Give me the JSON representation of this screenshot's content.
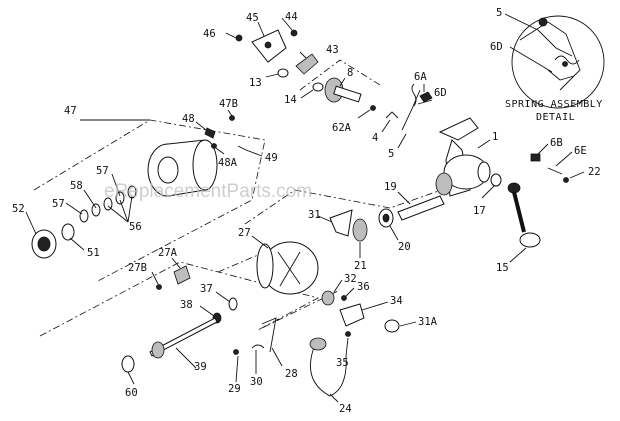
{
  "watermark": "eReplacementParts.com",
  "detail": {
    "title_line1": "SPRING ASSEMBLY",
    "title_line2": "DETAIL"
  },
  "labels": {
    "p1": "1",
    "p4": "4",
    "p5": "5",
    "p5d": "5",
    "p6a": "6A",
    "p6b": "6B",
    "p6d": "6D",
    "p6dd": "6D",
    "p6e": "6E",
    "p8": "8",
    "p13": "13",
    "p14": "14",
    "p15": "15",
    "p17": "17",
    "p19": "19",
    "p20": "20",
    "p21": "21",
    "p22": "22",
    "p24": "24",
    "p27": "27",
    "p27a": "27A",
    "p27b": "27B",
    "p28": "28",
    "p29": "29",
    "p30": "30",
    "p31": "31",
    "p31a": "31A",
    "p32": "32",
    "p34": "34",
    "p35": "35",
    "p36": "36",
    "p37": "37",
    "p38": "38",
    "p39": "39",
    "p43": "43",
    "p44": "44",
    "p45": "45",
    "p46": "46",
    "p47": "47",
    "p47b": "47B",
    "p48": "48",
    "p48a": "48A",
    "p49": "49",
    "p51": "51",
    "p52": "52",
    "p56": "56",
    "p57a": "57",
    "p57b": "57",
    "p58": "58",
    "p60": "60",
    "p62a": "62A"
  }
}
